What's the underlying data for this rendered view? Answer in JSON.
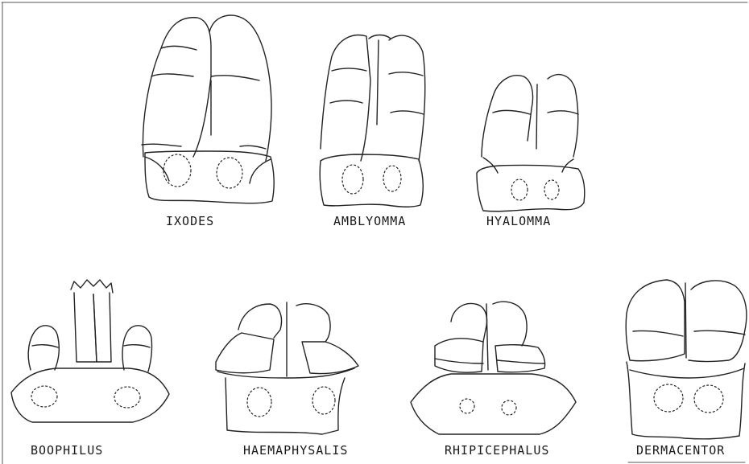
{
  "labels": {
    "ixodes": "IXODES",
    "amblyomma": "AMBLYOMMA",
    "hyalomma": "HYALOMMA",
    "boophilus": "BOOPHILUS",
    "haemaphysalis": "HAEMAPHYSALIS",
    "rhipicephalus": "RHIPICEPHALUS",
    "dermacentor": "DERMACENTOR"
  }
}
